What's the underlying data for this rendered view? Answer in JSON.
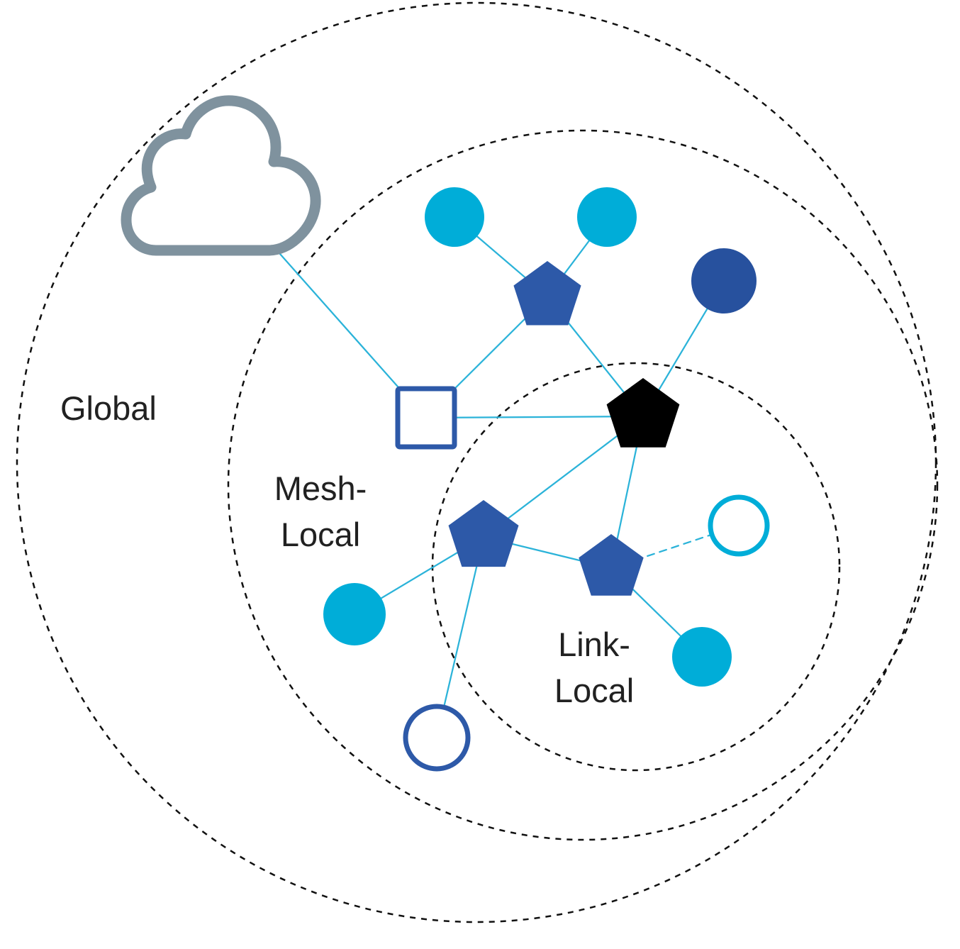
{
  "diagram": {
    "labels": {
      "global": "Global",
      "mesh_local_line1": "Mesh-",
      "mesh_local_line2": "Local",
      "link_local_line1": "Link-",
      "link_local_line2": "Local"
    },
    "colors": {
      "scope_outline": "#111111",
      "text": "#212121",
      "edge": "#2BB3D9",
      "node_cyan": "#00ADD8",
      "node_blue": "#2D59A8",
      "node_navy": "#27519E",
      "node_black": "#000000",
      "cloud_gray": "#7F929E",
      "background": "#FFFFFF"
    }
  }
}
